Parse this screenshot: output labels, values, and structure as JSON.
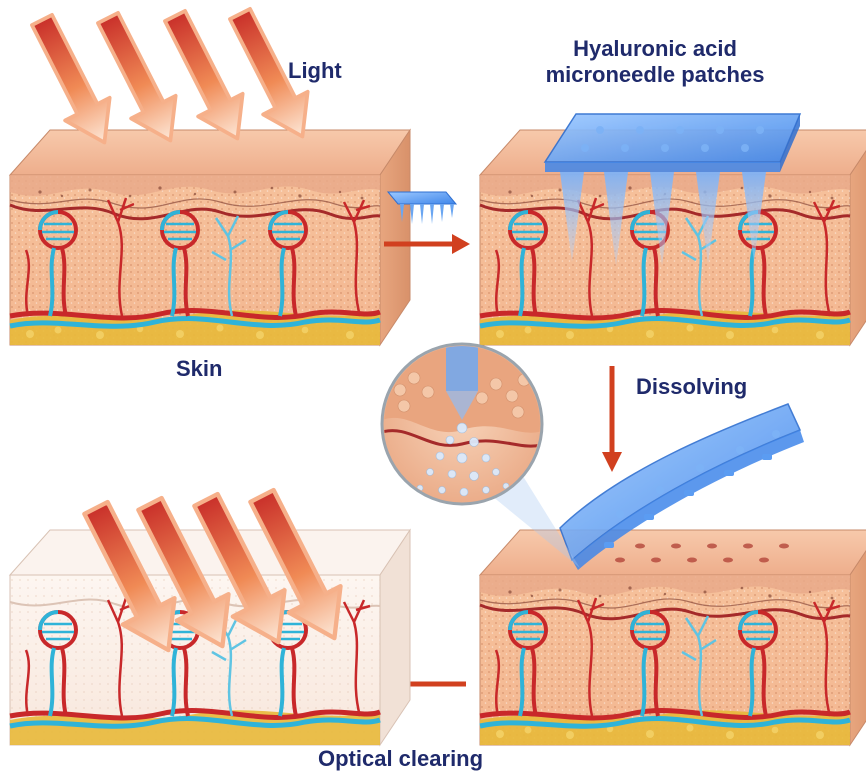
{
  "labels": {
    "light": "Light",
    "patch_line1": "Hyaluronic acid",
    "patch_line2": "microneedle patches",
    "skin": "Skin",
    "dissolving": "Dissolving",
    "optical_clearing": "Optical clearing"
  },
  "colors": {
    "text": "#1f2a6b",
    "arrow": "#d1401f",
    "skin_top": "#f2b89a",
    "skin_body": "#f7c7a2",
    "blood_red": "#c8282a",
    "vessel_blue": "#2fb3d8",
    "fat_yellow": "#e8b93a",
    "patch_blue": "#5b9cf2",
    "cleared_skin": "#faeee6"
  }
}
